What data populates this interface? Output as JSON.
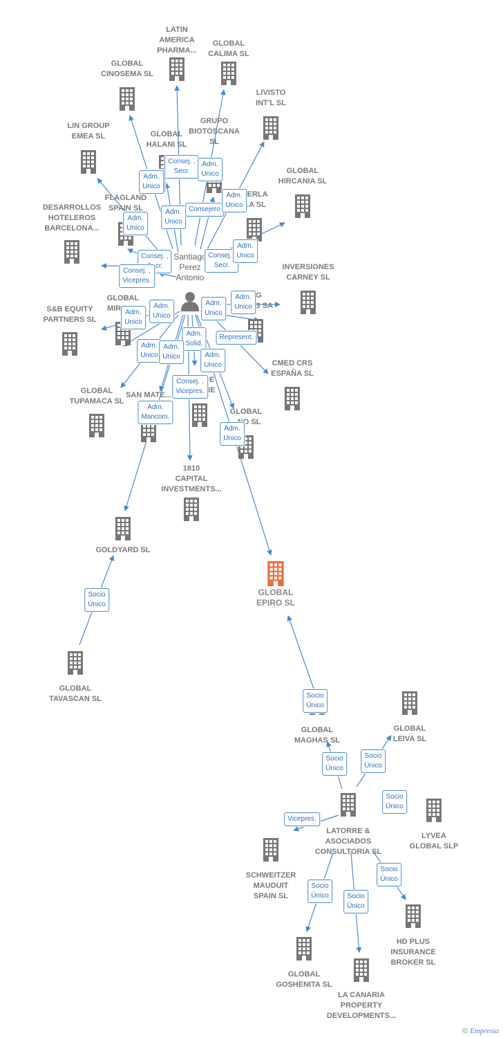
{
  "colors": {
    "building": "#777777",
    "focus": "#f26a3a",
    "edge": "#4a8ad4",
    "label_text": "#7a7a7a"
  },
  "person": {
    "name": "Santiago\nPerez\nAntonio",
    "icon": "person-icon"
  },
  "focus": {
    "name": "GLOBAL\nEPIRO  SL",
    "icon": "building-icon"
  },
  "companies": [
    {
      "id": "latin",
      "name": "LATIN\nAMERICA\nPHARMA..."
    },
    {
      "id": "calima",
      "name": "GLOBAL\nCALIMA SL"
    },
    {
      "id": "cinosema",
      "name": "GLOBAL\nCINOSEMA SL"
    },
    {
      "id": "livisto",
      "name": "LIVISTO\nINT'L  SL"
    },
    {
      "id": "biotoscana",
      "name": "GRUPO\nBIOTOSCANA\nSL"
    },
    {
      "id": "lingroup",
      "name": "LIN GROUP\nEMEA  SL"
    },
    {
      "id": "halani",
      "name": "GLOBAL\nHALANI  SL"
    },
    {
      "id": "hircania",
      "name": "GLOBAL\nHIRCANIA  SL"
    },
    {
      "id": "flagland",
      "name": "FLAGLAND\nSPAIN SL"
    },
    {
      "id": "perla",
      "name": "...ERLA\n...A SL"
    },
    {
      "id": "desarrollos",
      "name": "DESARROLLOS\nHOTELEROS\nBARCELONA..."
    },
    {
      "id": "inversiones",
      "name": "INVERSIONES\nCARNEY SL"
    },
    {
      "id": "sb",
      "name": "S&B EQUITY\nPARTNERS  SL"
    },
    {
      "id": "mirob",
      "name": "GLOBAL\nMIROB..."
    },
    {
      "id": "holdings",
      "name": "...G\n...NES SA"
    },
    {
      "id": "cmed",
      "name": "CMED CRS\nESPAÑA  SL"
    },
    {
      "id": "tupamaca",
      "name": "GLOBAL\nTUPAMACA SL"
    },
    {
      "id": "sanmateo",
      "name": "SAN MATE...\nF..."
    },
    {
      "id": "pieldeco",
      "name": "PIEL DE\n...NS AIE"
    },
    {
      "id": "globalno",
      "name": "GLOBAL\n...NO SL"
    },
    {
      "id": "capital1810",
      "name": "1810\nCAPITAL\nINVESTMENTS..."
    },
    {
      "id": "goldyard",
      "name": "GOLDYARD SL"
    },
    {
      "id": "tavascan",
      "name": "GLOBAL\nTAVASCAN  SL"
    },
    {
      "id": "maghas",
      "name": "GLOBAL\nMAGHAS  SL"
    },
    {
      "id": "leiva",
      "name": "GLOBAL\nLEIVA  SL"
    },
    {
      "id": "latorre",
      "name": "LATORRE &\nASOCIADOS\nCONSULTORIA SL"
    },
    {
      "id": "lyvea",
      "name": "LYVEA\nGLOBAL  SLP"
    },
    {
      "id": "schweitzer",
      "name": "SCHWEITZER\nMAUDUIT\nSPAIN SL"
    },
    {
      "id": "hdplus",
      "name": "HD PLUS\nINSURANCE\nBROKER  SL"
    },
    {
      "id": "goshenita",
      "name": "GLOBAL\nGOSHENITA SL"
    },
    {
      "id": "lacanaria",
      "name": "LA CANARIA\nPROPERTY\nDEVELOPMENTS..."
    }
  ],
  "edge_labels": [
    "Consej. ,\nSecr.",
    "Adm.\nUnico",
    "Adm.\nUnico",
    "Adm.\nUnico",
    "Consejero",
    "Adm.\nUnico",
    "Adm.\nUnico",
    "Consej. ,\nSecr.",
    "Adm.\nUnico",
    "Consej. ,\nSecr.",
    "Consej. ,\nVicepres.",
    "Adm.\nUnico",
    "Adm.\nUnico",
    "Adm.\nUnico",
    "Adm.\nUnico",
    "Adm.\nSolid.",
    "Represent.",
    "Adm.\nUnico",
    "Adm.\nUnico",
    "Adm.\nUnico",
    "Consej. ,\nVicepres.",
    "Adm.\nMancom.",
    "Adm.\nUnico",
    "Socio\nÚnico",
    "Socio\nÚnico",
    "Socio\nÚnico",
    "Socio\nÚnico",
    "Socio\nÚnico",
    "Vicepres.",
    "Socio\nÚnico",
    "Socio\nÚnico",
    "Socio\nÚnico",
    "Adm.\nUnico"
  ],
  "brand": {
    "copyright": "©",
    "name": "Empresia"
  }
}
